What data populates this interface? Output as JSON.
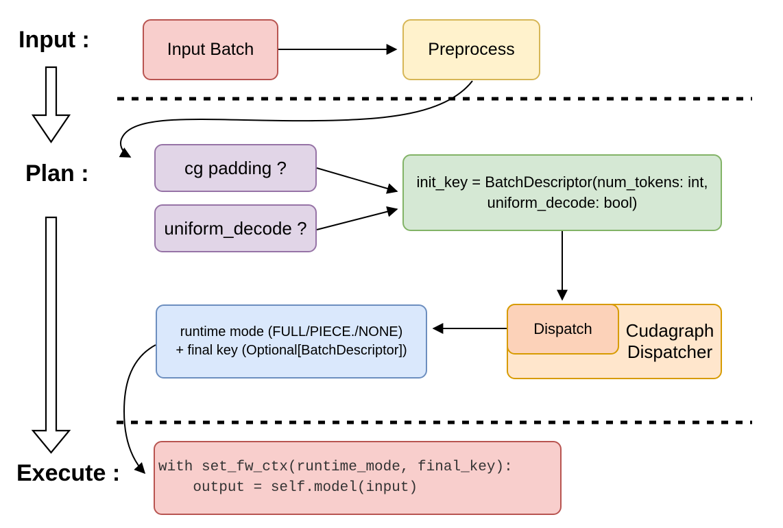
{
  "labels": {
    "input": "Input :",
    "plan": "Plan :",
    "execute": "Execute :"
  },
  "nodes": {
    "input_batch": "Input Batch",
    "preprocess": "Preprocess",
    "cg_padding": "cg padding ?",
    "uniform_decode": "uniform_decode ?",
    "init_key_line1": "init_key = BatchDescriptor(num_tokens: int,",
    "init_key_line2": "uniform_decode: bool)",
    "runtime_line1": "runtime mode (FULL/PIECE./NONE)",
    "runtime_line2": "+ final key (Optional[BatchDescriptor])",
    "dispatch": "Dispatch",
    "dispatcher_line1": "Cudagraph",
    "dispatcher_line2": "Dispatcher",
    "code_line1": "with set_fw_ctx(runtime_mode, final_key):",
    "code_line2": "    output = self.model(input)"
  },
  "colors": {
    "red_fill": "#f8cecc",
    "red_stroke": "#b85450",
    "yellow_fill": "#fff2cc",
    "yellow_stroke": "#d6b656",
    "purple_fill": "#e1d5e7",
    "purple_stroke": "#9673a6",
    "green_fill": "#d5e8d4",
    "green_stroke": "#82b366",
    "blue_fill": "#dae8fc",
    "blue_stroke": "#6c8ebf",
    "orange_fill": "#ffe6cc",
    "orange_stroke": "#d79b00",
    "peach_fill": "#fcd2b9",
    "line": "#000000"
  }
}
